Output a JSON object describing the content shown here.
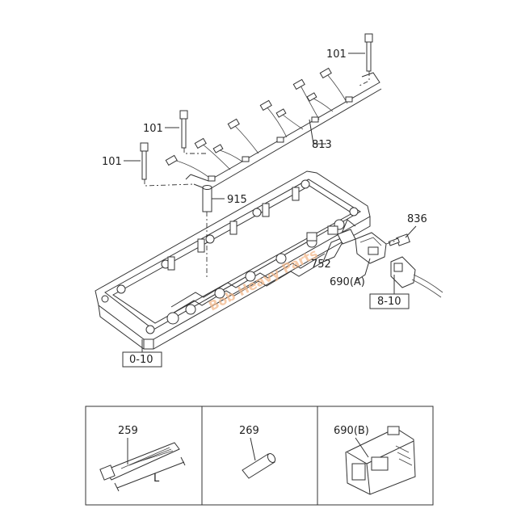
{
  "labels": {
    "p101a": "101",
    "p101b": "101",
    "p101c": "101",
    "p813": "813",
    "p915": "915",
    "p836": "836",
    "p752": "752",
    "p690a": "690(A)",
    "ref810": "8-10",
    "ref010": "0-10",
    "p259a": "259",
    "p269": "269",
    "p690b": "690(B)",
    "dimL": "L"
  },
  "watermark": "Bob Heavy Parts"
}
